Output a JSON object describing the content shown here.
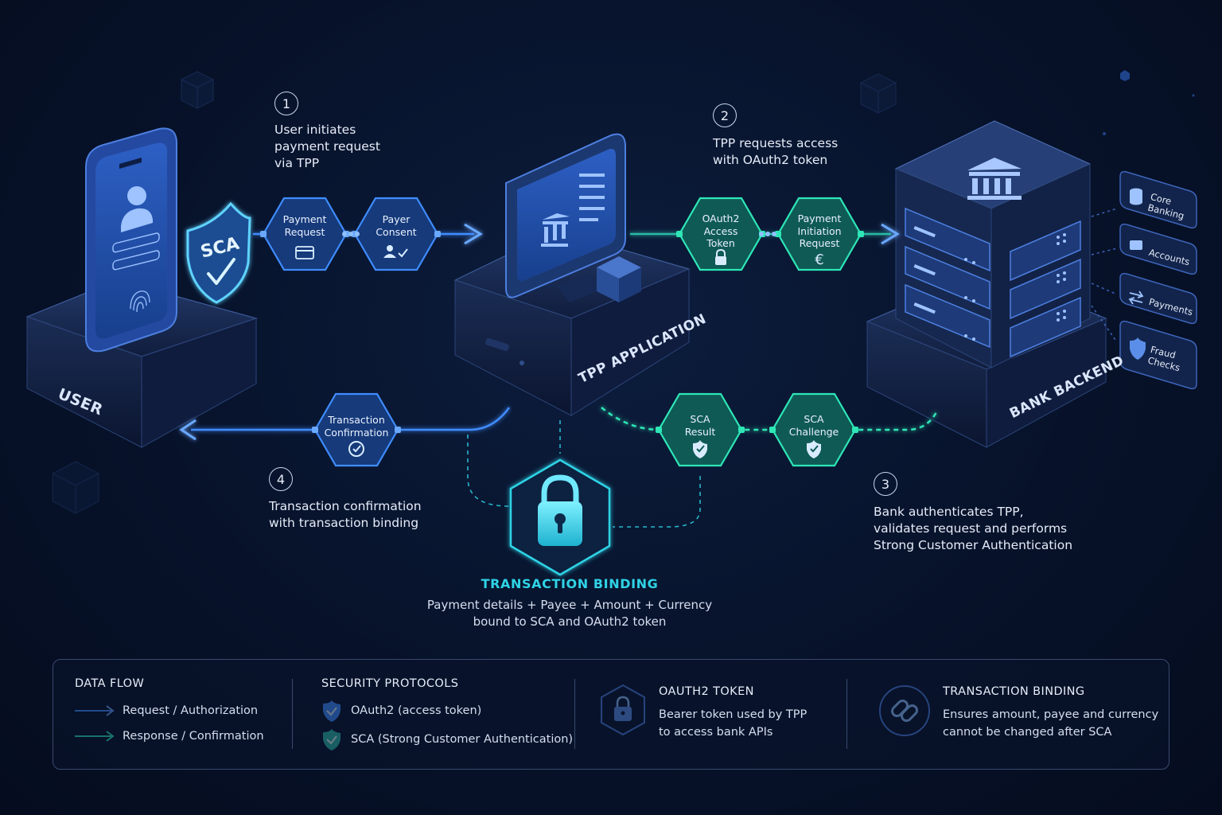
{
  "steps": [
    {
      "number": "1",
      "lines": [
        "User initiates",
        "payment request",
        "via TPP"
      ]
    },
    {
      "number": "2",
      "lines": [
        "TPP requests access",
        "with OAuth2 token"
      ]
    },
    {
      "number": "3",
      "lines": [
        "Bank authenticates TPP,",
        "validates request and performs",
        "Strong Customer Authentication"
      ]
    },
    {
      "number": "4",
      "lines": [
        "Transaction confirmation",
        "with transaction binding"
      ]
    }
  ],
  "nodes": {
    "user": {
      "label": "USER",
      "shield_text": "SCA"
    },
    "tpp": {
      "label": "TPP APPLICATION"
    },
    "bank": {
      "label": "BANK BACKEND"
    }
  },
  "hexes": {
    "payment_request": [
      "Payment",
      "Request"
    ],
    "payer_consent": [
      "Payer",
      "Consent"
    ],
    "oauth2_token": [
      "OAuth2",
      "Access",
      "Token"
    ],
    "payment_initiation": [
      "Payment",
      "Initiation",
      "Request"
    ],
    "sca_result": [
      "SCA",
      "Result"
    ],
    "sca_challenge": [
      "SCA",
      "Challenge"
    ],
    "transaction_confirmation": [
      "Transaction",
      "Confirmation"
    ]
  },
  "bank_services": [
    {
      "icon": "database-icon",
      "lines": [
        "Core",
        "Banking"
      ]
    },
    {
      "icon": "wallet-icon",
      "lines": [
        "Accounts"
      ]
    },
    {
      "icon": "transfer-icon",
      "lines": [
        "Payments"
      ]
    },
    {
      "icon": "shield-check-icon",
      "lines": [
        "Fraud",
        "Checks"
      ]
    }
  ],
  "binding": {
    "title": "TRANSACTION BINDING",
    "lines": [
      "Payment details + Payee + Amount + Currency",
      "bound to SCA and OAuth2 token"
    ]
  },
  "legend": {
    "data_flow": {
      "heading": "DATA FLOW",
      "request": "Request / Authorization",
      "response": "Response / Confirmation"
    },
    "security": {
      "heading": "SECURITY PROTOCOLS",
      "oauth": "OAuth2 (access token)",
      "sca": "SCA (Strong Customer Authentication)"
    },
    "oauth_token": {
      "heading": "OAUTH2 TOKEN",
      "lines": [
        "Bearer token used by TPP",
        "to access bank APIs"
      ]
    },
    "transaction_binding": {
      "heading": "TRANSACTION BINDING",
      "lines": [
        "Ensures amount, payee and currency",
        "cannot be changed after SCA"
      ]
    }
  },
  "colors": {
    "blue": "#3f8cff",
    "teal": "#2ee6b6",
    "cyan": "#2fd3e6",
    "hex_blue_fill": "#163a7a",
    "hex_teal_fill": "#0f5a55"
  }
}
